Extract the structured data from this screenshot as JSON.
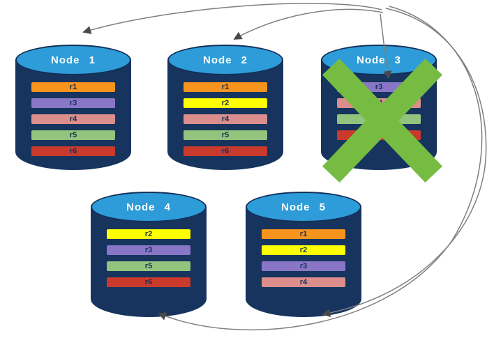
{
  "diagram": {
    "nodes": [
      {
        "title": "Node 1",
        "failed": false,
        "replicas": [
          {
            "label": "r1",
            "color": "#F6941D"
          },
          {
            "label": "r3",
            "color": "#8A76C6"
          },
          {
            "label": "r4",
            "color": "#DB8E8B"
          },
          {
            "label": "r5",
            "color": "#93C47D"
          },
          {
            "label": "r6",
            "color": "#C93A2C"
          }
        ]
      },
      {
        "title": "Node 2",
        "failed": false,
        "replicas": [
          {
            "label": "r1",
            "color": "#F6941D"
          },
          {
            "label": "r2",
            "color": "#FFFF00"
          },
          {
            "label": "r4",
            "color": "#DB8E8B"
          },
          {
            "label": "r5",
            "color": "#93C47D"
          },
          {
            "label": "r6",
            "color": "#C93A2C"
          }
        ]
      },
      {
        "title": "Node 3",
        "failed": true,
        "replicas": [
          {
            "label": "r3",
            "color": "#8A76C6"
          },
          {
            "label": "r4",
            "color": "#DB8E8B"
          },
          {
            "label": "r5",
            "color": "#93C47D"
          },
          {
            "label": "r6",
            "color": "#C93A2C"
          }
        ]
      },
      {
        "title": "Node 4",
        "failed": false,
        "replicas": [
          {
            "label": "r2",
            "color": "#FFFF00"
          },
          {
            "label": "r3",
            "color": "#8A76C6"
          },
          {
            "label": "r5",
            "color": "#93C47D"
          },
          {
            "label": "r6",
            "color": "#C93A2C"
          }
        ]
      },
      {
        "title": "Node 5",
        "failed": false,
        "replicas": [
          {
            "label": "r1",
            "color": "#F6941D"
          },
          {
            "label": "r2",
            "color": "#FFFF00"
          },
          {
            "label": "r3",
            "color": "#8A76C6"
          },
          {
            "label": "r4",
            "color": "#DB8E8B"
          }
        ]
      }
    ],
    "arrows": [
      {
        "from": "Node 3",
        "to": "Node 1"
      },
      {
        "from": "Node 3",
        "to": "Node 2"
      },
      {
        "from": "above",
        "to": "Node 3"
      },
      {
        "from": "Node 3",
        "to": "Node 5"
      },
      {
        "from": "Node 3",
        "to": "Node 4"
      }
    ],
    "colors": {
      "cylinder_body": "#16345E",
      "cylinder_top": "#2D9CD8",
      "bar_label_text": "#14305A",
      "node_title_text": "#FFFFFF",
      "arrow_line": "#7F7F7F",
      "failure_mark": "#76BC43",
      "background": "#FFFFFF"
    }
  }
}
